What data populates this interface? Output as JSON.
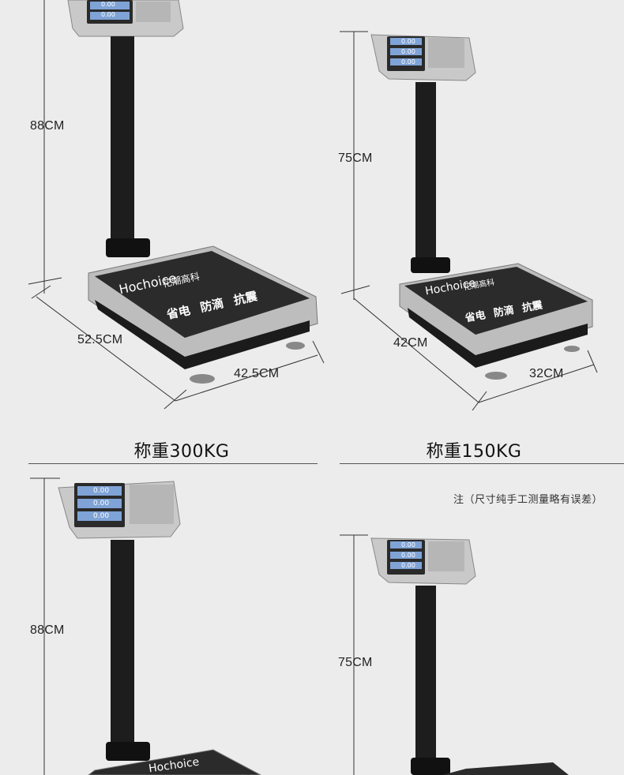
{
  "panels": [
    {
      "height_label": "88CM",
      "depth_label": "52.5CM",
      "width_label": "42.5CM",
      "brand_en": "Hochoice",
      "brand_cn": "花潮高科",
      "features": [
        "省电",
        "防滴",
        "抗震"
      ],
      "display_reading": "0.00"
    },
    {
      "height_label": "75CM",
      "depth_label": "42CM",
      "width_label": "32CM",
      "brand_en": "Hochoice",
      "brand_cn": "花潮高科",
      "features": [
        "省电",
        "防滴",
        "抗震"
      ],
      "display_reading": "0.00"
    },
    {
      "height_label": "88CM",
      "brand_en": "Hochoice",
      "display_reading": "0.00"
    },
    {
      "height_label": "75CM",
      "display_reading": "0.00"
    }
  ],
  "captions": {
    "left": "称重300KG",
    "right": "称重150KG"
  },
  "note": "注（尺寸纯手工测量略有误差）"
}
